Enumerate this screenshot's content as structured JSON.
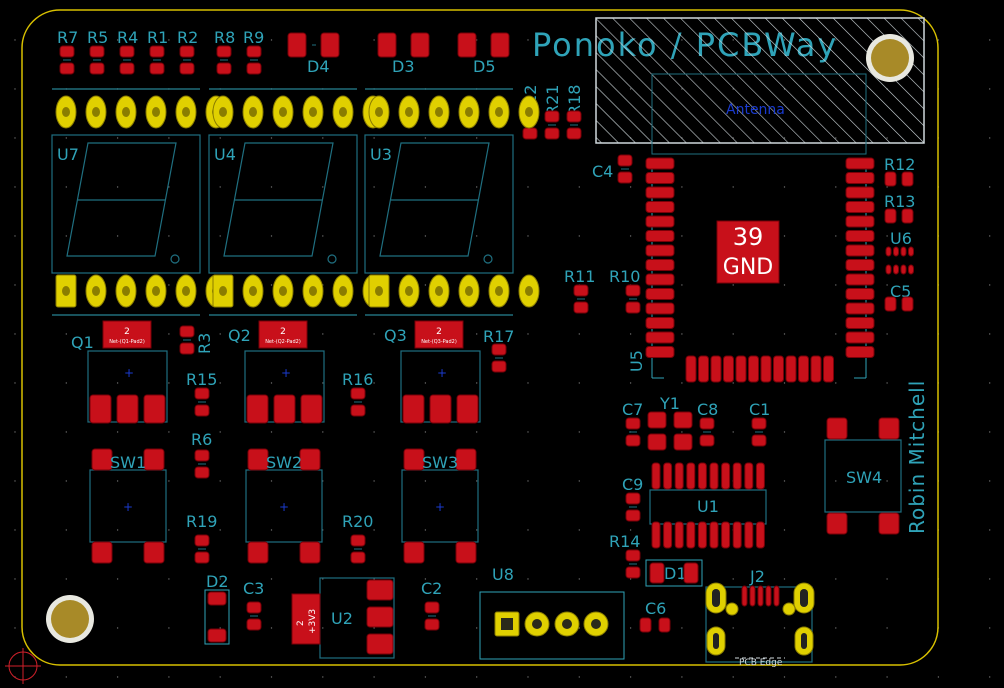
{
  "board": {
    "outline_color": "#d8c000",
    "pad_color": "#c8101a",
    "silk_color": "#2fa3b8",
    "fab_color": "#1f6f80",
    "title_text": "Ponoko / PCBWay",
    "author_text": "Robin Mitchell",
    "edge_label": "PCB Edge",
    "antenna_label": "Antenna",
    "gnd_pin_number": "39",
    "gnd_pin_name": "GND"
  },
  "refs": {
    "r7": "R7",
    "r5": "R5",
    "r4": "R4",
    "r1": "R1",
    "r2": "R2",
    "r8": "R8",
    "r9": "R9",
    "d4": "D4",
    "d3": "D3",
    "d5": "D5",
    "r22": "R22",
    "r21": "R21",
    "r18": "R18",
    "u7": "U7",
    "u4": "U4",
    "u3": "U3",
    "c4": "C4",
    "r12": "R12",
    "r13": "R13",
    "u6": "U6",
    "c5": "C5",
    "r11": "R11",
    "r10": "R10",
    "u5": "U5",
    "q1": "Q1",
    "q2": "Q2",
    "q3": "Q3",
    "r3": "R3",
    "r17": "R17",
    "r15": "R15",
    "r16": "R16",
    "r6": "R6",
    "r19": "R19",
    "r20": "R20",
    "sw1": "SW1",
    "sw2": "SW2",
    "sw3": "SW3",
    "sw4": "SW4",
    "c7": "C7",
    "y1": "Y1",
    "c8": "C8",
    "c1": "C1",
    "c9": "C9",
    "u1": "U1",
    "r14": "R14",
    "d1": "D1",
    "j2": "J2",
    "c6": "C6",
    "d2": "D2",
    "c3": "C3",
    "u2": "U2",
    "c2": "C2",
    "u8": "U8"
  },
  "pad_labels": {
    "q1_tab_num": "2",
    "q1_tab_net": "Net-(Q1-Pad2)",
    "q2_tab_num": "2",
    "q2_tab_net": "Net-(Q2-Pad2)",
    "q3_tab_num": "2",
    "q3_tab_net": "Net-(Q3-Pad2)",
    "u2_tab_num": "2",
    "u2_tab_net": "+3V3"
  }
}
